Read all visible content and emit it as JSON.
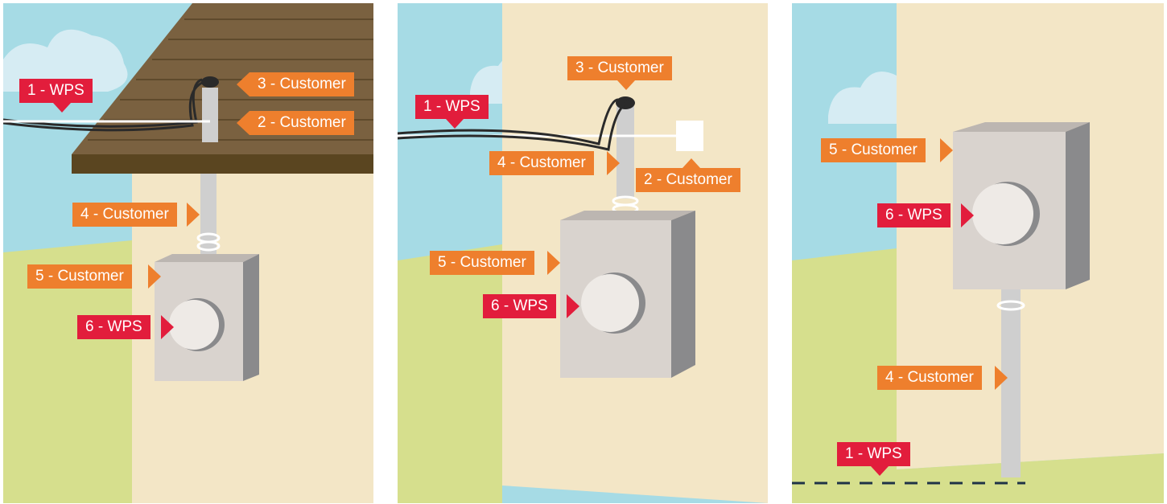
{
  "colors": {
    "sky": "#a6dbe5",
    "cloud": "#d6ecf3",
    "grass": "#d6df8d",
    "wall": "#f3e6c6",
    "roof": "#7a6140",
    "roof_edge": "#5a4520",
    "conduit": "#cfcfcf",
    "meter_front": "#d9d3ce",
    "meter_side": "#8a8a8c",
    "meter_face": "#eeeae6",
    "customer_label": "#ee7f2d",
    "wps_label": "#e21d3c",
    "wire": "#2a2a2a",
    "underground_line": "#1f3347"
  },
  "panels": [
    {
      "name": "overhead-roof-mast",
      "labels": [
        {
          "text": "1 - WPS",
          "owner": "wps"
        },
        {
          "text": "3 - Customer",
          "owner": "customer"
        },
        {
          "text": "2 - Customer",
          "owner": "customer"
        },
        {
          "text": "4 - Customer",
          "owner": "customer"
        },
        {
          "text": "5 - Customer",
          "owner": "customer"
        },
        {
          "text": "6 - WPS",
          "owner": "wps"
        }
      ]
    },
    {
      "name": "overhead-wall-mast",
      "labels": [
        {
          "text": "3 - Customer",
          "owner": "customer"
        },
        {
          "text": "1 - WPS",
          "owner": "wps"
        },
        {
          "text": "4 - Customer",
          "owner": "customer"
        },
        {
          "text": "2 - Customer",
          "owner": "customer"
        },
        {
          "text": "5 - Customer",
          "owner": "customer"
        },
        {
          "text": "6 - WPS",
          "owner": "wps"
        }
      ]
    },
    {
      "name": "underground-service",
      "labels": [
        {
          "text": "5 - Customer",
          "owner": "customer"
        },
        {
          "text": "6 - WPS",
          "owner": "wps"
        },
        {
          "text": "4 - Customer",
          "owner": "customer"
        },
        {
          "text": "1 - WPS",
          "owner": "wps"
        }
      ]
    }
  ]
}
